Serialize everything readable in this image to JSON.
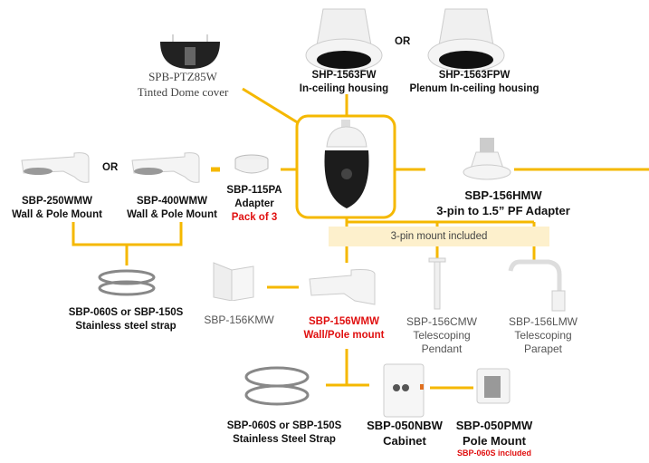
{
  "colors": {
    "line": "#f5b800",
    "red": "#e01010",
    "band": "#fdf0cc"
  },
  "or_label": "OR",
  "products": {
    "dome_cover": {
      "model": "SPB-PTZ85W",
      "desc": "Tinted Dome cover"
    },
    "ceiling1": {
      "model": "SHP-1563FW",
      "desc": "In-ceiling housing"
    },
    "ceiling2": {
      "model": "SHP-1563FPW",
      "desc": "Plenum In-ceiling housing"
    },
    "wall250": {
      "model": "SBP-250WMW",
      "desc": "Wall & Pole Mount"
    },
    "wall400": {
      "model": "SBP-400WMW",
      "desc": "Wall & Pole Mount"
    },
    "adapter115": {
      "model": "SBP-115PA",
      "desc": "Adapter",
      "note": "Pack of 3"
    },
    "adapter156h": {
      "model": "SBP-156HMW",
      "desc": "3-pin to 1.5” PF Adapter"
    },
    "strap1": {
      "model": "SBP-060S or SBP-150S",
      "desc": "Stainless steel strap"
    },
    "corner": {
      "model": "SBP-156KMW"
    },
    "wall156": {
      "model": "SBP-156WMW",
      "desc": "Wall/Pole mount"
    },
    "pendant": {
      "model": "SBP-156CMW",
      "desc1": "Telescoping",
      "desc2": "Pendant"
    },
    "parapet": {
      "model": "SBP-156LMW",
      "desc1": "Telescoping",
      "desc2": "Parapet"
    },
    "strap2": {
      "model": "SBP-060S or SBP-150S",
      "desc": "Stainless Steel Strap"
    },
    "cabinet": {
      "model": "SBP-050NBW",
      "desc": "Cabinet"
    },
    "polemount": {
      "model": "SBP-050PMW",
      "desc": "Pole Mount",
      "note": "SBP-060S included"
    }
  },
  "band_label": "3-pin mount included"
}
